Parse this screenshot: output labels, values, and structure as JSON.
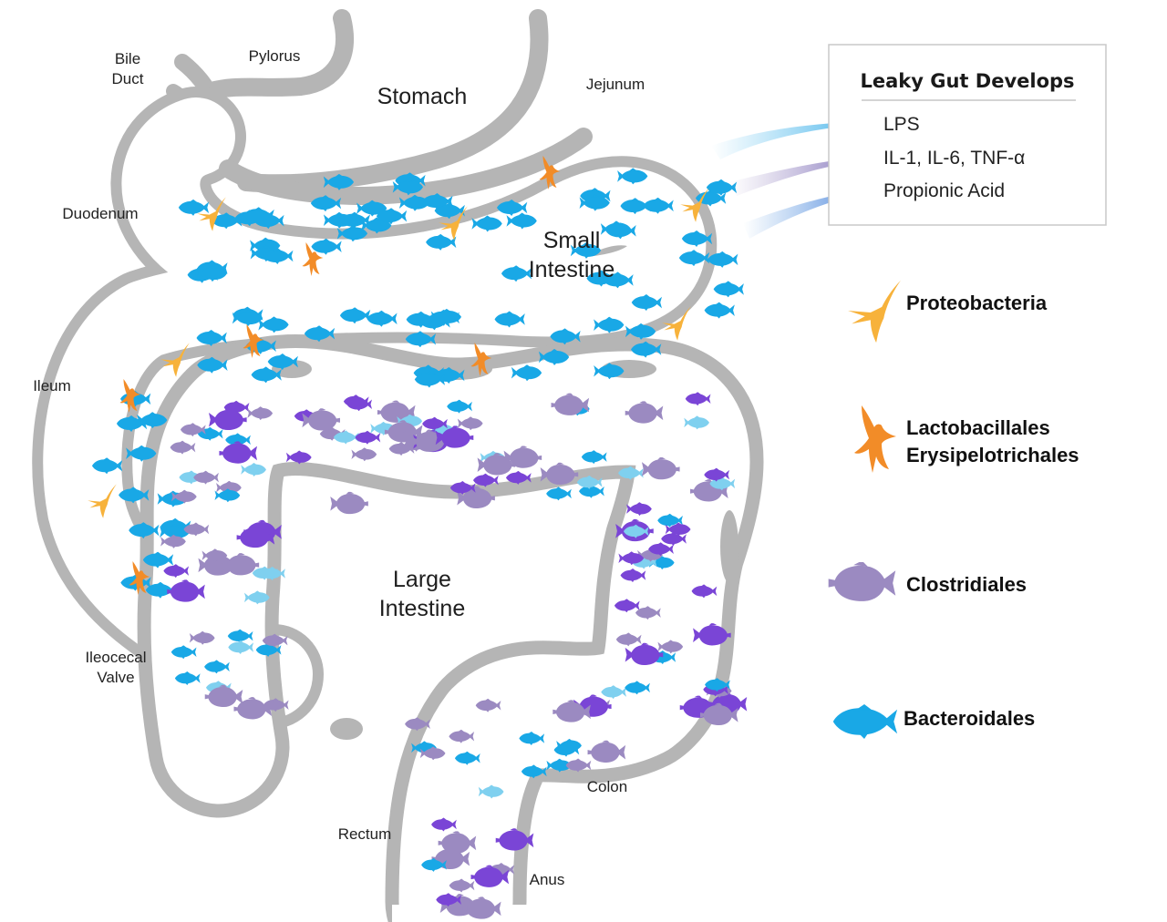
{
  "anatomy_labels": {
    "bile_duct_line1": "Bile",
    "bile_duct_line2": "Duct",
    "pylorus": "Pylorus",
    "stomach": "Stomach",
    "jejunum": "Jejunum",
    "duodenum": "Duodenum",
    "small_intestine_line1": "Small",
    "small_intestine_line2": "Intestine",
    "ileum": "Ileum",
    "large_intestine_line1": "Large",
    "large_intestine_line2": "Intestine",
    "ileocecal_line1": "Ileocecal",
    "ileocecal_line2": "Valve",
    "colon": "Colon",
    "rectum": "Rectum",
    "anus": "Anus"
  },
  "info_box": {
    "title": "Leaky Gut Develops",
    "items": [
      "LPS",
      "IL-1, IL-6, TNF-α",
      "Propionic Acid"
    ]
  },
  "legend": [
    {
      "label_lines": [
        "Proteobacteria"
      ],
      "icon": "swallow-icon",
      "color": "#f7b23b"
    },
    {
      "label_lines": [
        "Lactobacillales",
        "Erysipelotrichales"
      ],
      "icon": "hawk-icon",
      "color": "#f28c28"
    },
    {
      "label_lines": [
        "Clostridiales"
      ],
      "icon": "pufferfish-icon",
      "color": "#9b8ac1"
    },
    {
      "label_lines": [
        "Bacteroidales"
      ],
      "icon": "fish-icon",
      "color": "#19a8e6"
    }
  ],
  "colors": {
    "gut_wall": "#b5b5b5",
    "bacteroidales": "#19a8e6",
    "bacteroidales_light": "#7fd0ef",
    "clostridiales": "#9b8ac1",
    "violet": "#7a45d6",
    "proteobacteria": "#f7b23b",
    "lactobacillales": "#f28c28"
  }
}
